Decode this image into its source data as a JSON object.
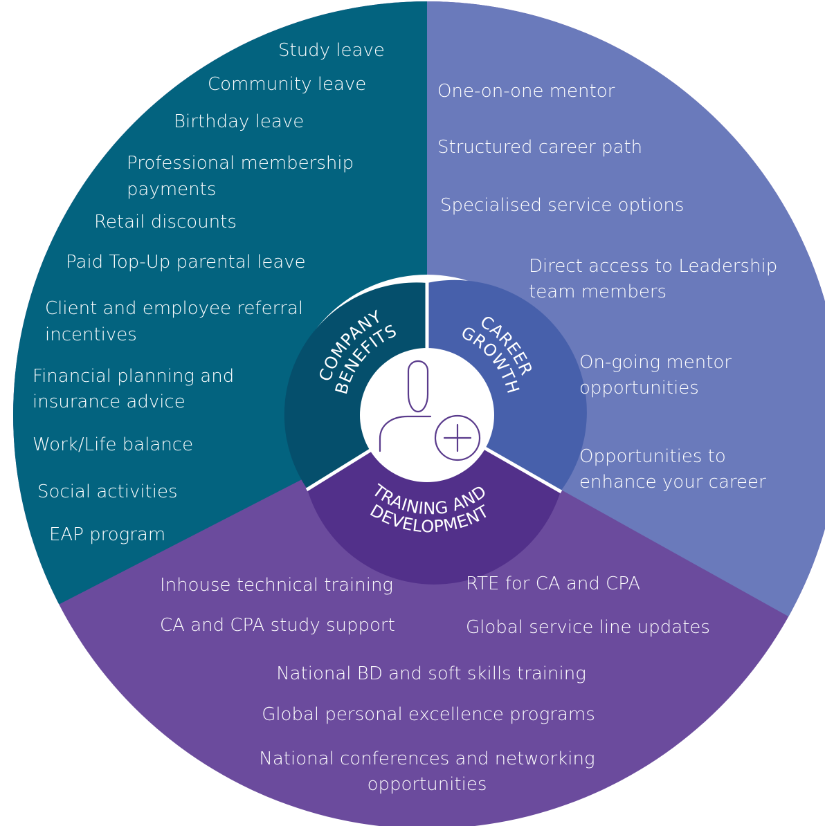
{
  "colors": {
    "company_benefits_outer": "#03637f",
    "career_growth_outer": "#6a7abb",
    "training_outer": "#6b4b9d",
    "company_benefits_hub": "#054f6c",
    "career_growth_hub": "#4760ab",
    "training_hub": "#52308a",
    "divider": "#ffffff",
    "icon_stroke": "#5a3b8c"
  },
  "center_icon": "person-add-icon",
  "sections": {
    "company_benefits": {
      "hub_label_line1": "COMPANY",
      "hub_label_line2": "BENEFITS",
      "items": [
        "Study leave",
        "Community leave",
        "Birthday leave",
        "Professional membership",
        "payments",
        "Retail discounts",
        "Paid Top-Up parental leave",
        "Client and employee referral",
        "incentives",
        "Financial planning and",
        "insurance advice",
        "Work/Life balance",
        "Social activities",
        "EAP program"
      ]
    },
    "career_growth": {
      "hub_label_line1": "CAREER",
      "hub_label_line2": "GROWTH",
      "items": [
        "One-on-one mentor",
        "Structured career path",
        "Specialised service options",
        "Direct access to Leadership",
        "team members",
        "On-going mentor",
        "opportunities",
        "Opportunities to",
        "enhance your career"
      ]
    },
    "training_development": {
      "hub_label_line1": "TRAINING AND",
      "hub_label_line2": "DEVELOPMENT",
      "items": [
        "Inhouse technical training",
        "RTE for CA and CPA",
        "CA and CPA study support",
        "Global service line updates",
        "National BD and soft skills training",
        "Global personal excellence programs",
        "National conferences and networking",
        "opportunities"
      ]
    }
  }
}
